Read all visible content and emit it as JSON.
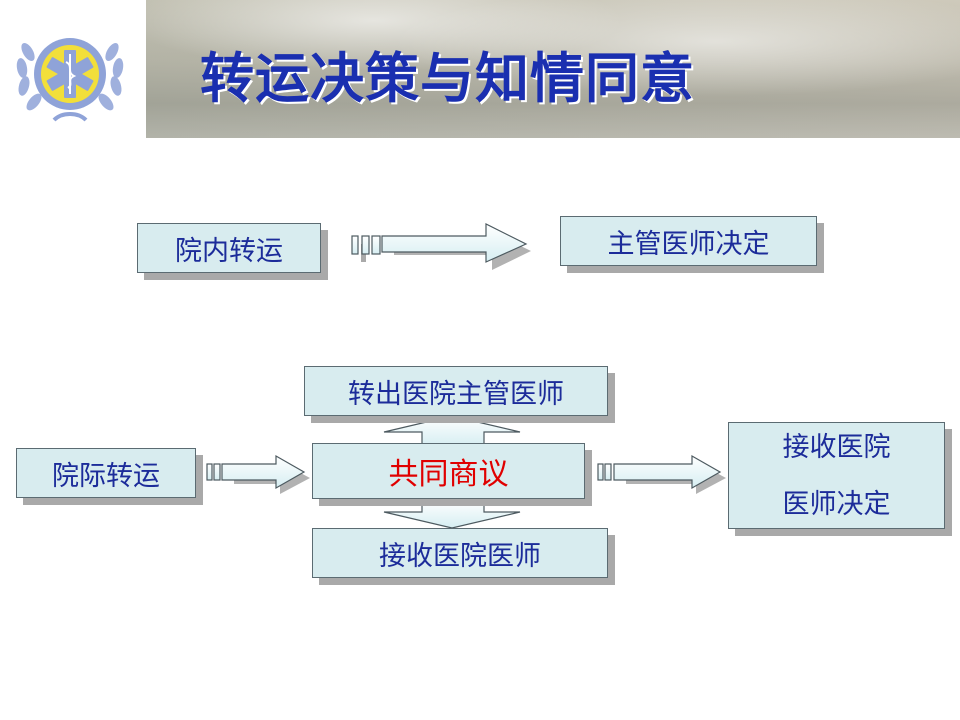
{
  "slide": {
    "title": "转运决策与知情同意"
  },
  "intra": {
    "source_label": "院内转运",
    "decision_label": "主管医师决定"
  },
  "inter": {
    "source_label": "院际转运",
    "top_label": "转出医院主管医师",
    "center_label": "共同商议",
    "bottom_label": "接收医院医师",
    "decision_line1": "接收医院",
    "decision_line2": "医师决定"
  },
  "colors": {
    "title": "#1a2fb0",
    "box_fill": "#d8ecef",
    "box_text": "#1c2c9a",
    "emphasis": "#e00000",
    "logo_blue": "#8fa3d8",
    "logo_yellow": "#f2df3a"
  },
  "icons": {
    "logo": "medical-emblem-icon"
  }
}
